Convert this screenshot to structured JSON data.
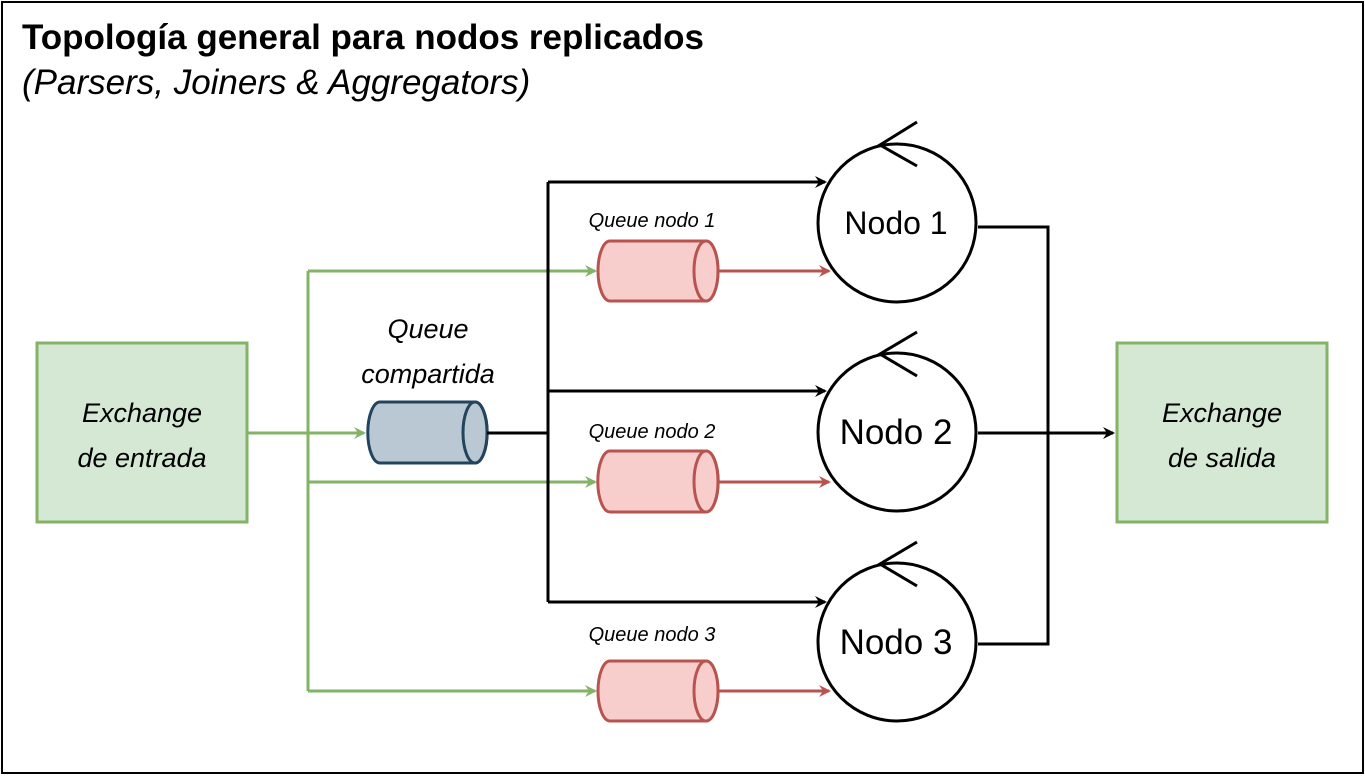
{
  "header": {
    "title": "Topología general para nodos replicados",
    "subtitle": "(Parsers, Joiners & Aggregators)"
  },
  "exchange_in": {
    "line1": "Exchange",
    "line2": "de entrada"
  },
  "exchange_out": {
    "line1": "Exchange",
    "line2": "de salida"
  },
  "shared_queue": {
    "line1": "Queue",
    "line2": "compartida"
  },
  "node_queues": [
    {
      "label": "Queue nodo 1"
    },
    {
      "label": "Queue nodo 2"
    },
    {
      "label": "Queue nodo 3"
    }
  ],
  "nodes": [
    {
      "label": "Nodo 1"
    },
    {
      "label": "Nodo 2"
    },
    {
      "label": "Nodo 3"
    }
  ],
  "colors": {
    "exchange_fill": "#d5e8d4",
    "exchange_stroke": "#82b366",
    "shared_queue_fill": "#bac8d3",
    "shared_queue_stroke": "#23445d",
    "node_queue_fill": "#f8cecc",
    "node_queue_stroke": "#b85450",
    "green_arrow": "#82b366",
    "red_arrow": "#b85450",
    "black_arrow": "#000000"
  }
}
